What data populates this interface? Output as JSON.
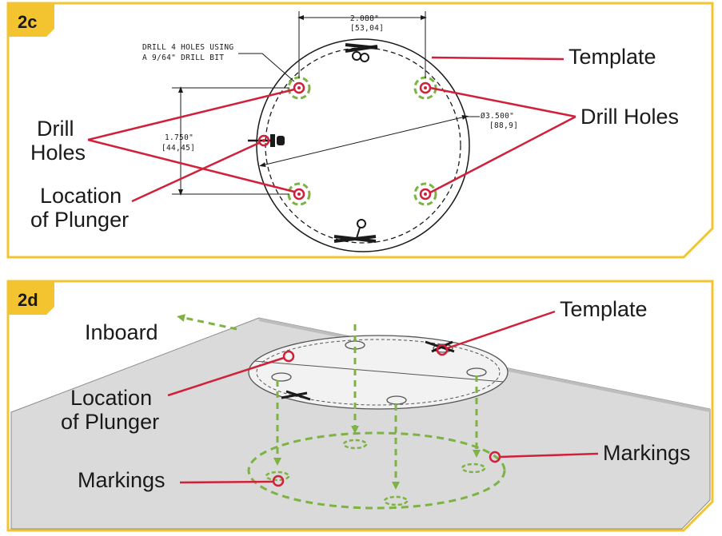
{
  "colors": {
    "frame": "#f4c430",
    "leader": "#d0203a",
    "green": "#7cb342",
    "ink": "#1a1a1a",
    "surface": "#dcdcdc"
  },
  "panel_2c": {
    "tag": "2c",
    "drill_note_line1": "DRILL 4 HOLES USING",
    "drill_note_line2": "A 9/64\" DRILL BIT",
    "dim_width": "2.088\"",
    "dim_width_mm": "[53,04]",
    "dim_height": "1.750\"",
    "dim_height_mm": "[44,45]",
    "dim_dia": "Ø3.500\"",
    "dim_dia_mm": "[88,9]",
    "label_template": "Template",
    "label_drill_holes_right": "Drill Holes",
    "label_drill_holes_left_1": "Drill",
    "label_drill_holes_left_2": "Holes",
    "label_plunger_1": "Location",
    "label_plunger_2": "of Plunger",
    "icons": [
      "scissors-icon",
      "plunger-icon"
    ]
  },
  "panel_2d": {
    "tag": "2d",
    "label_inboard": "Inboard",
    "label_template": "Template",
    "label_plunger_1": "Location",
    "label_plunger_2": "of Plunger",
    "label_markings_left": "Markings",
    "label_markings_right": "Markings",
    "icons": [
      "scissors-icon",
      "arrow-icon"
    ]
  }
}
